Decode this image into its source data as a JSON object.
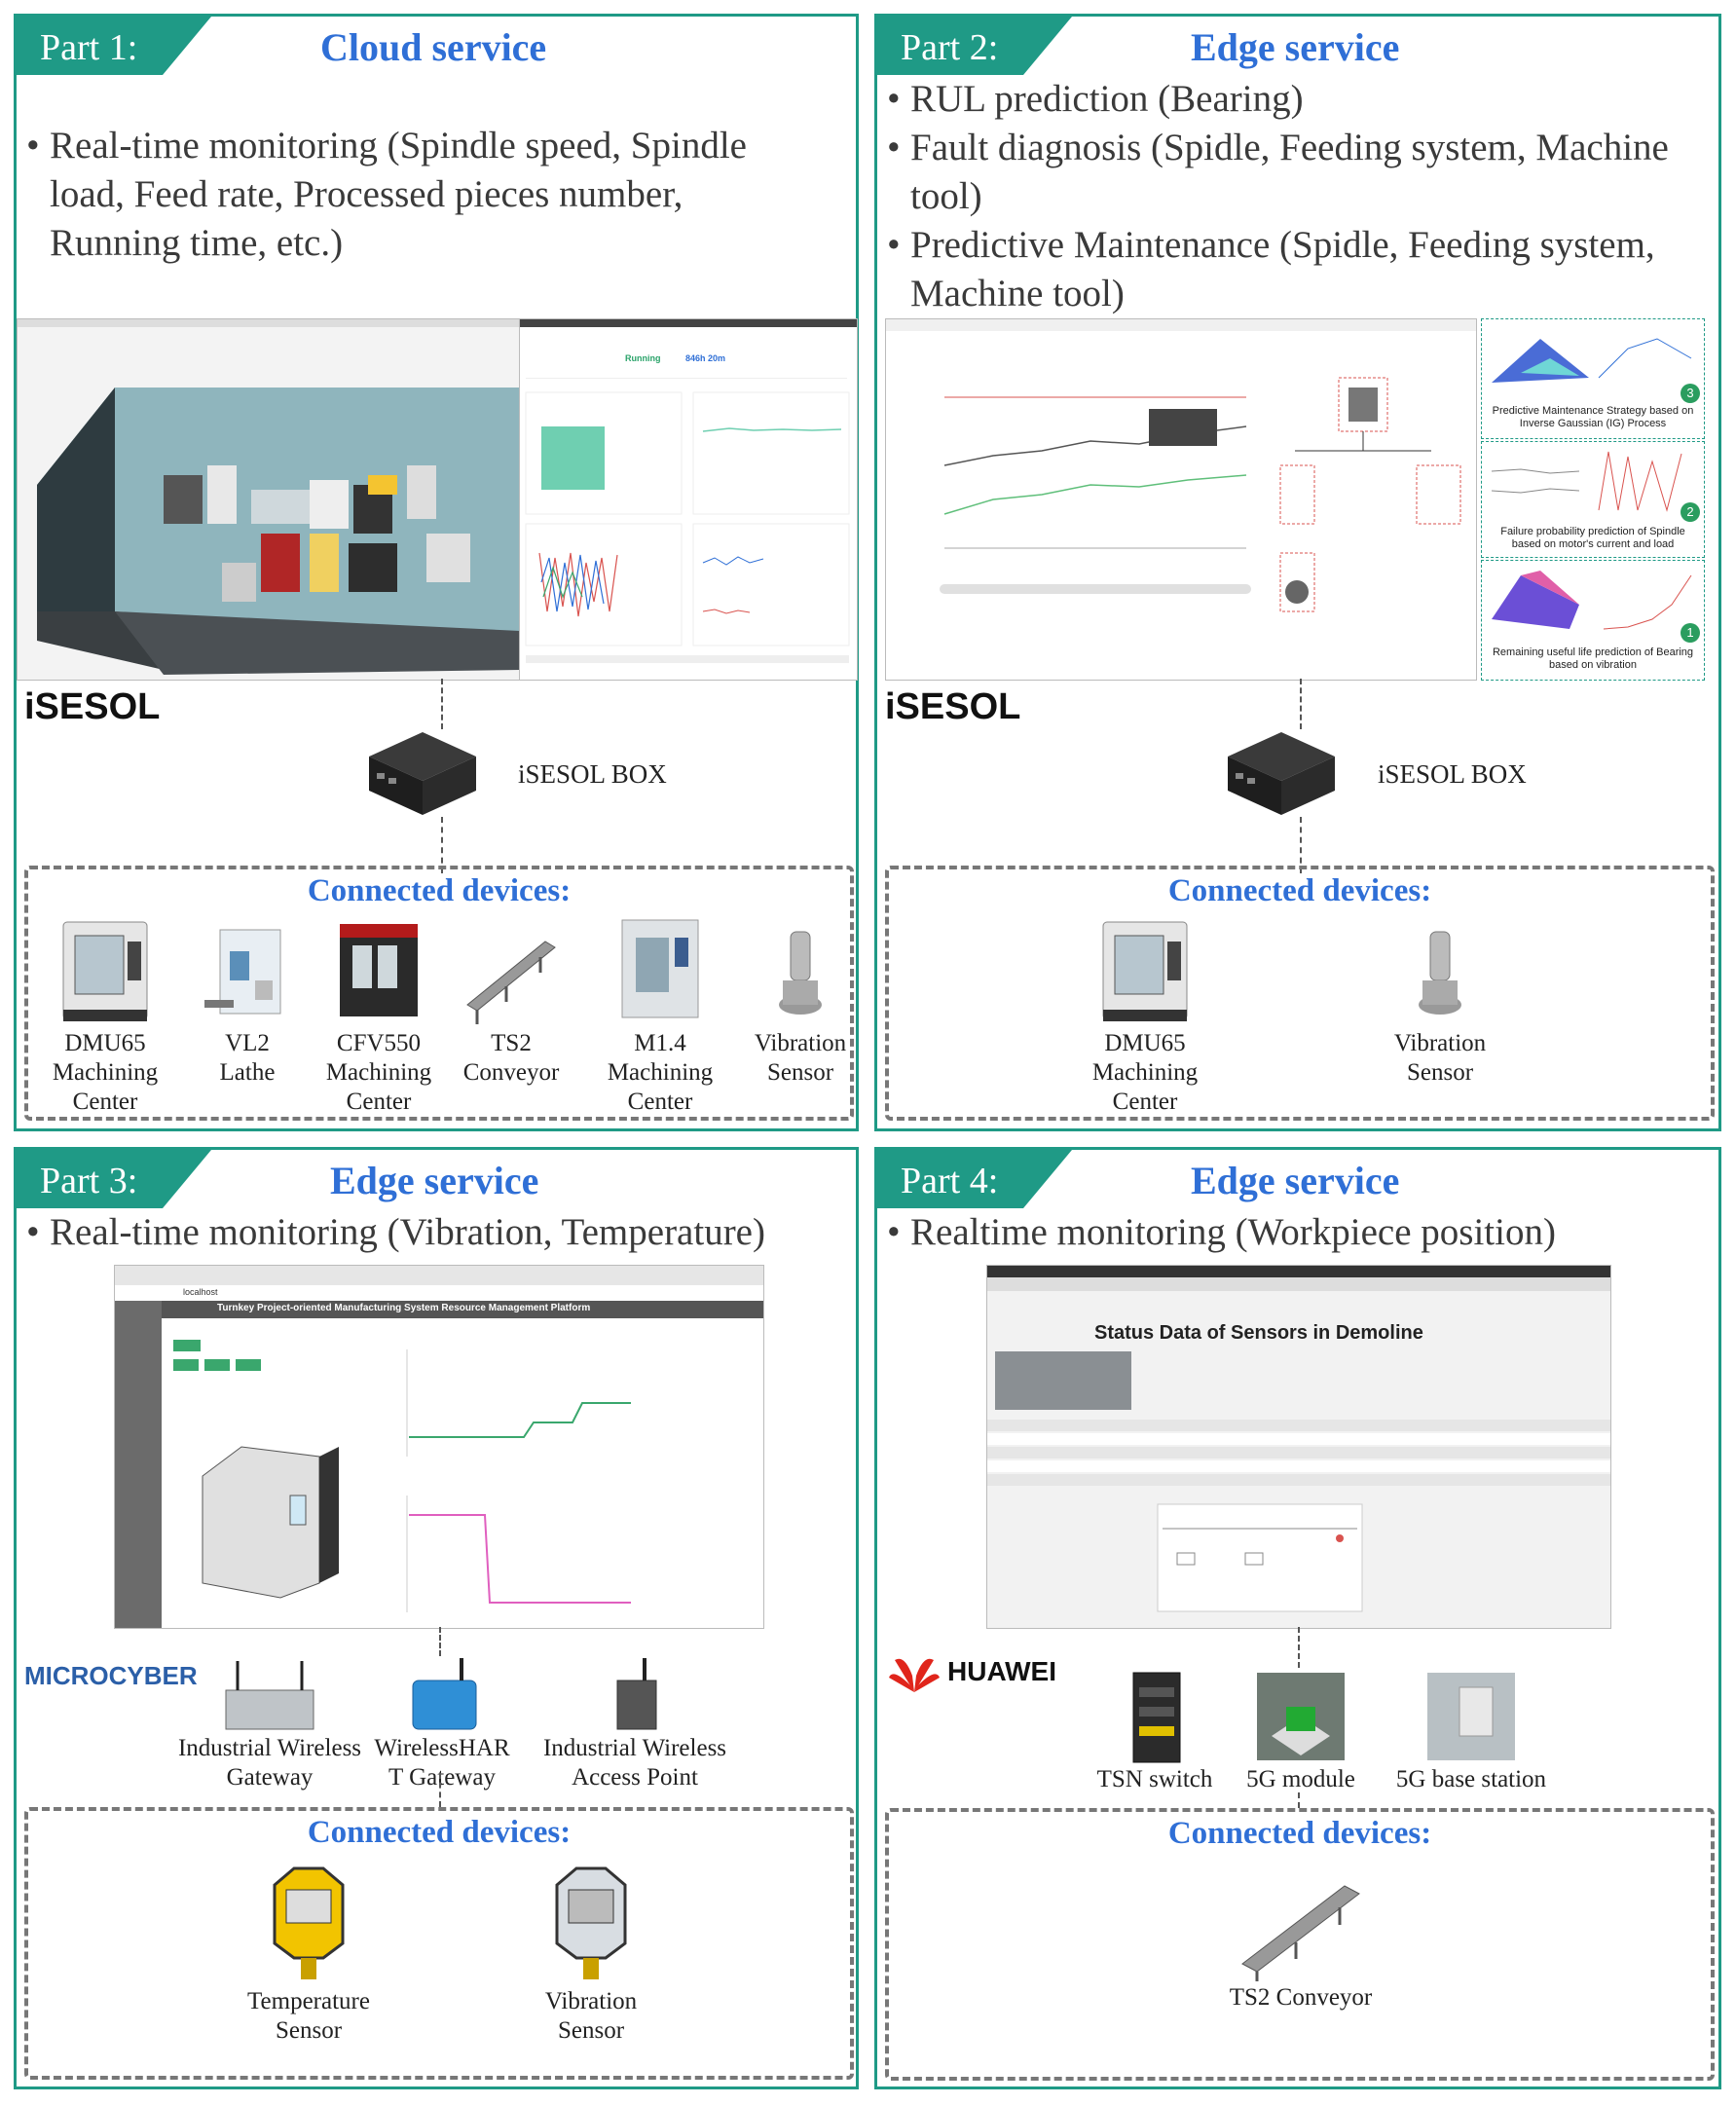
{
  "part1": {
    "tab": "Part 1:",
    "title": "Cloud service",
    "bullet": "Real-time monitoring (Spindle speed, Spindle load, Feed rate, Processed pieces number, Running time, etc.)",
    "dashboard": {
      "status": "Running",
      "time": "846h 20m"
    },
    "brand": "iSESOL",
    "box_label": "iSESOL BOX",
    "connected_title": "Connected devices:",
    "devices": [
      {
        "label": "DMU65\nMachining\nCenter",
        "icon": "machining-center-icon"
      },
      {
        "label": "VL2\nLathe",
        "icon": "lathe-icon"
      },
      {
        "label": "CFV550\nMachining\nCenter",
        "icon": "machining-center-icon"
      },
      {
        "label": "TS2\nConveyor",
        "icon": "conveyor-icon"
      },
      {
        "label": "M1.4\nMachining\nCenter",
        "icon": "machining-center-icon"
      },
      {
        "label": "Vibration\nSensor",
        "icon": "vibration-sensor-icon"
      }
    ]
  },
  "part2": {
    "tab": "Part 2:",
    "title": "Edge service",
    "bullets": [
      "RUL prediction (Bearing)",
      "Fault diagnosis (Spidle, Feeding system, Machine tool)",
      "Predictive Maintenance (Spidle, Feeding system, Machine tool)"
    ],
    "panels": [
      {
        "num": "3",
        "caption": "Predictive Maintenance Strategy based on Inverse Gaussian (IG) Process"
      },
      {
        "num": "2",
        "caption": "Failure probability prediction of Spindle based on motor's current and load"
      },
      {
        "num": "1",
        "caption": "Remaining useful life prediction of Bearing based on vibration"
      }
    ],
    "brand": "iSESOL",
    "box_label": "iSESOL BOX",
    "connected_title": "Connected devices:",
    "devices": [
      {
        "label": "DMU65\nMachining\nCenter",
        "icon": "machining-center-icon"
      },
      {
        "label": "Vibration\nSensor",
        "icon": "vibration-sensor-icon"
      }
    ]
  },
  "part3": {
    "tab": "Part 3:",
    "title": "Edge service",
    "bullet": "Real-time monitoring (Vibration, Temperature)",
    "app_title": "Turnkey Project-oriented Manufacturing System Resource Management Platform",
    "url": "localhost",
    "brand": "MICROCYBER",
    "gateways": [
      {
        "label": "Industrial Wireless\nGateway",
        "icon": "wireless-gateway-icon"
      },
      {
        "label": "WirelessHAR\nT Gateway",
        "icon": "wirelesshart-gateway-icon"
      },
      {
        "label": "Industrial Wireless\nAccess Point",
        "icon": "access-point-icon"
      }
    ],
    "connected_title": "Connected devices:",
    "devices": [
      {
        "label": "Temperature\nSensor",
        "icon": "temperature-sensor-icon"
      },
      {
        "label": "Vibration\nSensor",
        "icon": "vibration-sensor-icon"
      }
    ]
  },
  "part4": {
    "tab": "Part 4:",
    "title": "Edge service",
    "bullet": "Realtime monitoring (Workpiece position)",
    "screen_title": "Status Data of Sensors in Demoline",
    "brand": "HUAWEI",
    "network": [
      {
        "label": "TSN switch",
        "icon": "tsn-switch-icon"
      },
      {
        "label": "5G module",
        "icon": "5g-module-icon"
      },
      {
        "label": "5G base station",
        "icon": "5g-base-station-icon"
      }
    ],
    "connected_title": "Connected devices:",
    "devices": [
      {
        "label": "TS2 Conveyor",
        "icon": "conveyor-icon"
      }
    ]
  }
}
